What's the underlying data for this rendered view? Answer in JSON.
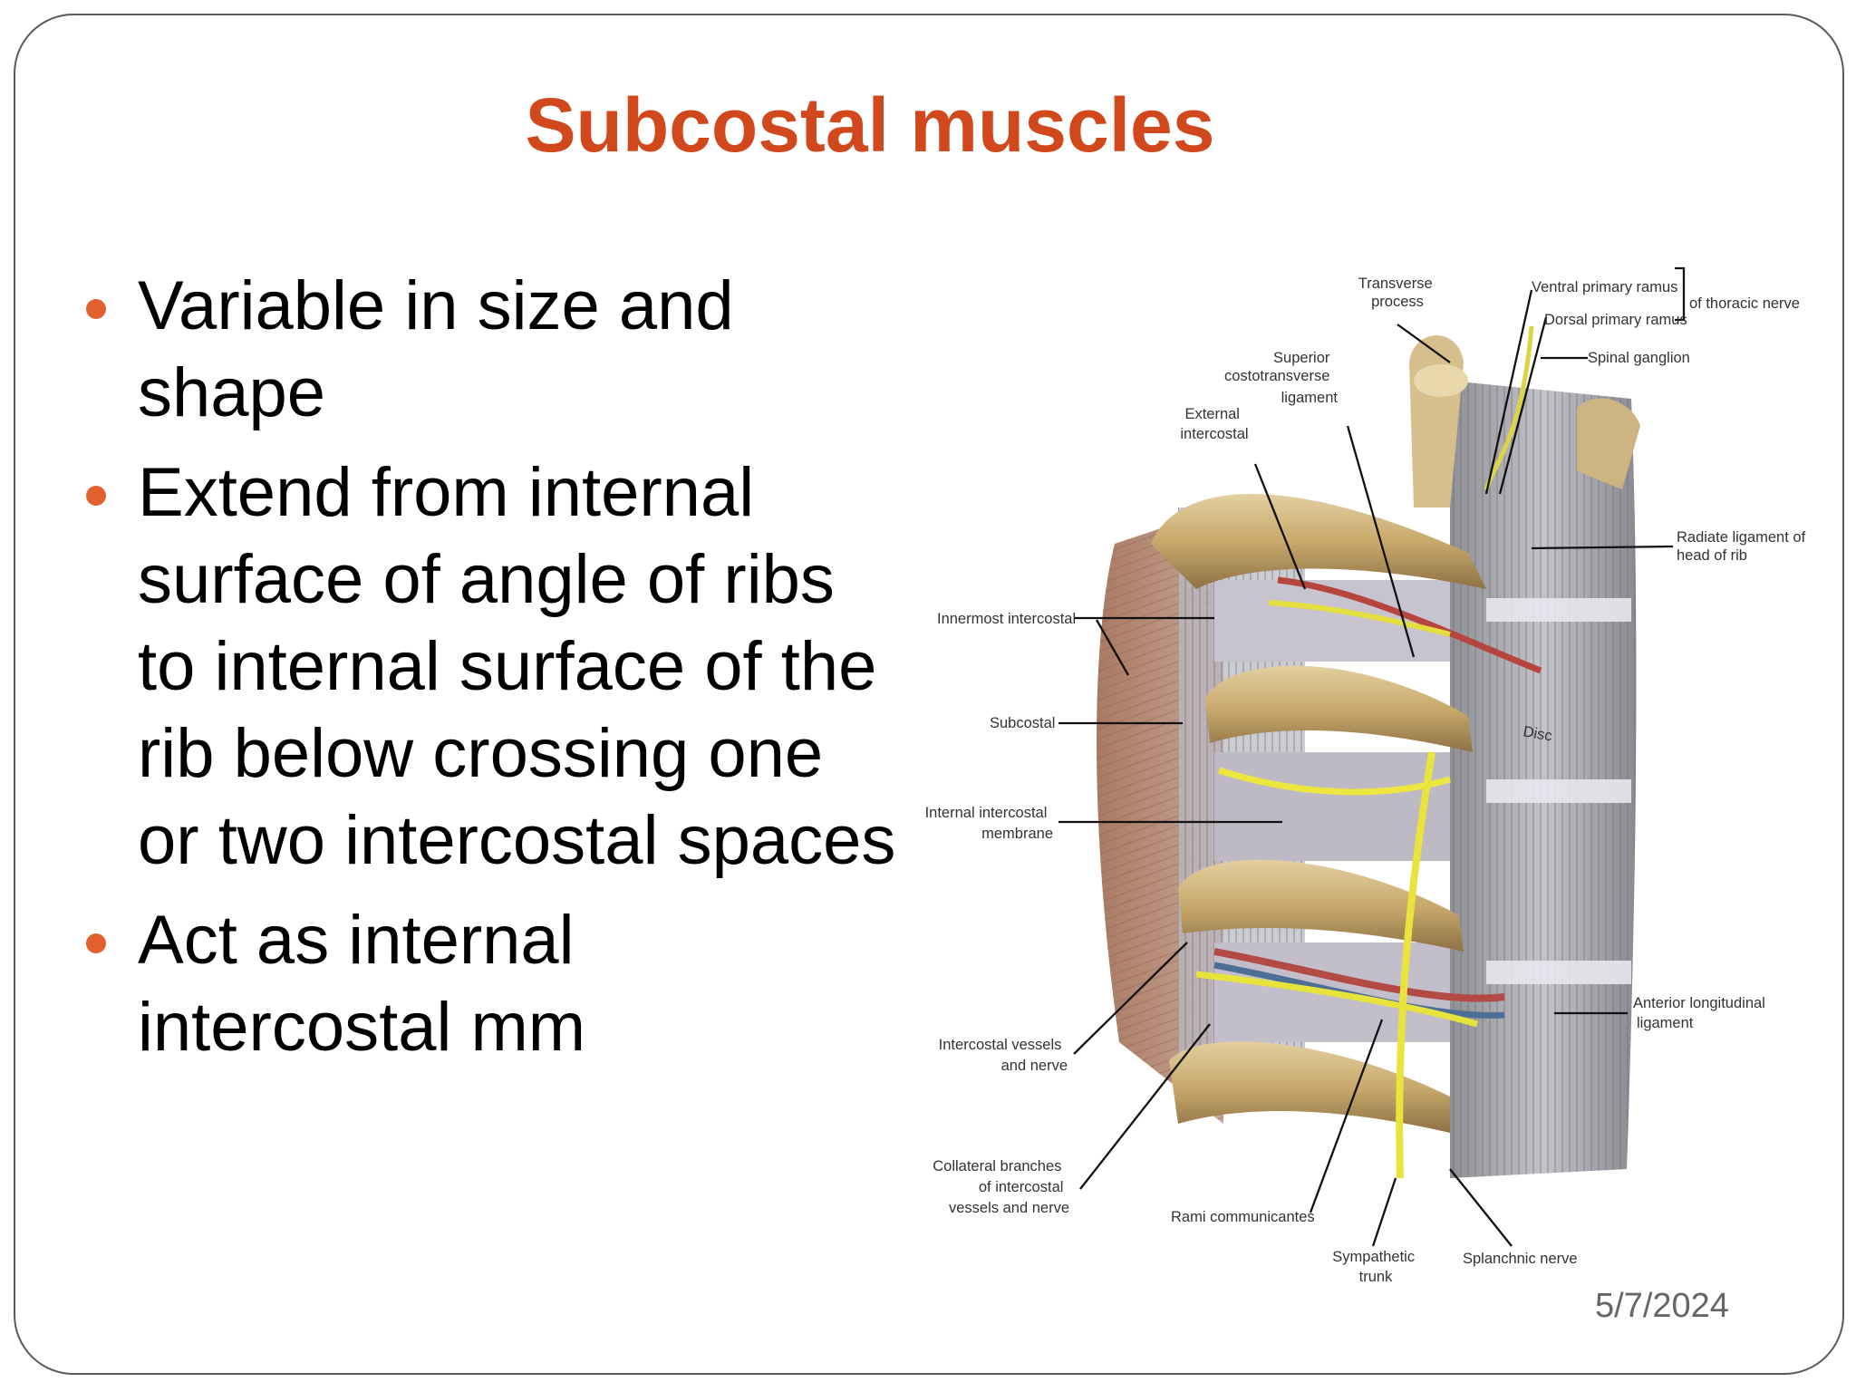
{
  "slide": {
    "title": "Subcostal muscles",
    "bullets": [
      "Variable in size and shape",
      "Extend from internal surface of angle of ribs to internal surface of the rib below crossing one or two intercostal spaces",
      "Act as internal intercostal mm"
    ],
    "date": "5/7/2024"
  },
  "figure": {
    "labels": {
      "transverse_process": [
        "Transverse",
        "process"
      ],
      "ventral_primary_ramus": "Ventral primary ramus",
      "dorsal_primary_ramus": "Dorsal primary ramus",
      "of_thoracic_nerve": "of thoracic nerve",
      "spinal_ganglion": "Spinal ganglion",
      "superior_costotransverse_ligament": [
        "Superior",
        "costotransverse",
        "ligament"
      ],
      "external_intercostal": [
        "External",
        "intercostal"
      ],
      "radiate_ligament": [
        "Radiate ligament of",
        "head of rib"
      ],
      "innermost_intercostal": "Innermost intercostal",
      "subcostal": "Subcostal",
      "disc": "Disc",
      "internal_intercostal_membrane": [
        "Internal intercostal",
        "membrane"
      ],
      "anterior_longitudinal_ligament": [
        "Anterior longitudinal",
        "ligament"
      ],
      "intercostal_vessels_and_nerve": [
        "Intercostal vessels",
        "and nerve"
      ],
      "collateral_branches": [
        "Collateral branches",
        "of intercostal",
        "vessels and nerve"
      ],
      "rami_communicantes": "Rami communicantes",
      "sympathetic_trunk": [
        "Sympathetic",
        "trunk"
      ],
      "splanchnic_nerve": "Splanchnic nerve"
    }
  }
}
